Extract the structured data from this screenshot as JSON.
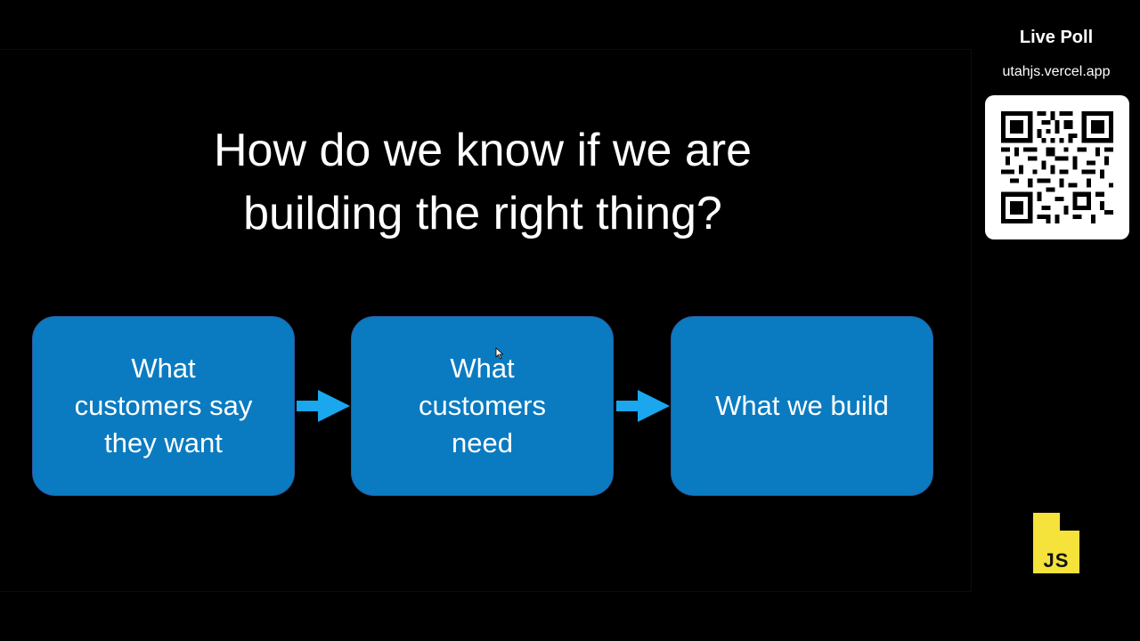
{
  "slide": {
    "title_lines": [
      "How do we know if we are",
      "building the right thing?"
    ],
    "boxes": [
      {
        "lines": [
          "What",
          "customers say",
          "they want"
        ]
      },
      {
        "lines": [
          "What",
          "customers",
          "need"
        ]
      },
      {
        "lines": [
          "What we build"
        ]
      }
    ],
    "colors": {
      "background": "#000000",
      "box_fill": "#0a7bc1",
      "arrow": "#1aa7ee",
      "text": "#ffffff"
    }
  },
  "sidebar": {
    "title": "Live Poll",
    "url": "utahjs.vercel.app",
    "qr_icon": "qr-code-icon",
    "logo_icon": "utah-js-logo-icon",
    "logo_text": "JS",
    "logo_color": "#f5e23b"
  }
}
